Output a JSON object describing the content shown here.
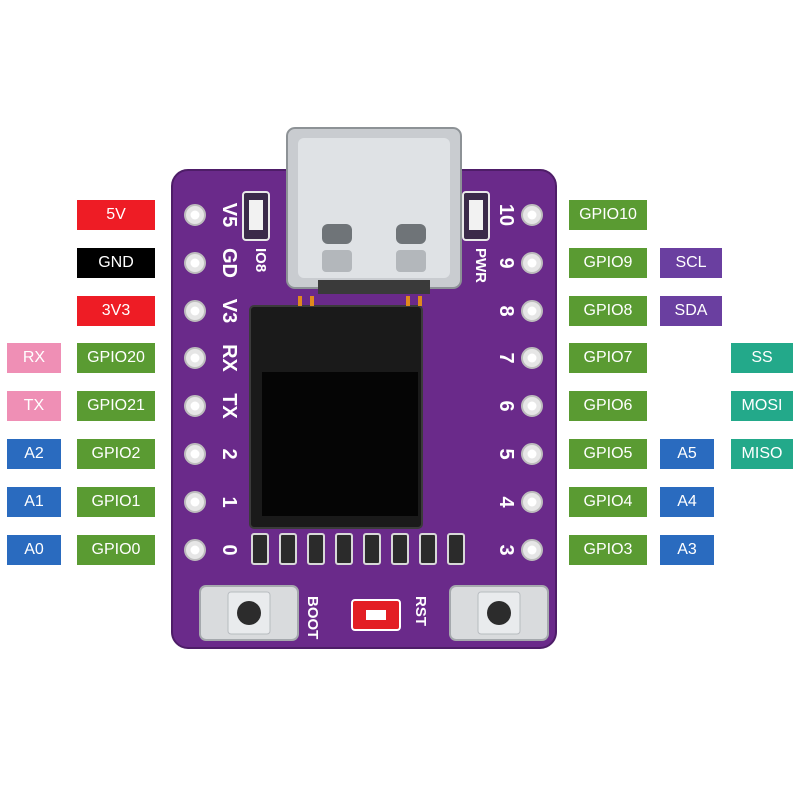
{
  "colors": {
    "power_red": "#ee1c25",
    "ground_black": "#000000",
    "gpio_green": "#5a9b32",
    "uart_pink": "#ef8fb5",
    "analog_blue": "#2a6bbf",
    "i2c_purple": "#6a3fa0",
    "spi_teal": "#23a98a",
    "pcb_purple": "#6a2a8a"
  },
  "left_pins": [
    {
      "power": "5V",
      "board": "V5"
    },
    {
      "power": "GND",
      "board": "GD"
    },
    {
      "power": "3V3",
      "board": "V3"
    },
    {
      "uart": "RX",
      "gpio": "GPIO20",
      "board": "RX"
    },
    {
      "uart": "TX",
      "gpio": "GPIO21",
      "board": "TX"
    },
    {
      "analog": "A2",
      "gpio": "GPIO2",
      "board": "2"
    },
    {
      "analog": "A1",
      "gpio": "GPIO1",
      "board": "1"
    },
    {
      "analog": "A0",
      "gpio": "GPIO0",
      "board": "0"
    }
  ],
  "right_pins": [
    {
      "gpio": "GPIO10",
      "board": "10"
    },
    {
      "gpio": "GPIO9",
      "i2c": "SCL",
      "board": "9"
    },
    {
      "gpio": "GPIO8",
      "i2c": "SDA",
      "board": "8"
    },
    {
      "gpio": "GPIO7",
      "spi": "SS",
      "board": "7"
    },
    {
      "gpio": "GPIO6",
      "spi": "MOSI",
      "board": "6"
    },
    {
      "gpio": "GPIO5",
      "analog": "A5",
      "spi": "MISO",
      "board": "5"
    },
    {
      "gpio": "GPIO4",
      "analog": "A4",
      "board": "4"
    },
    {
      "gpio": "GPIO3",
      "analog": "A3",
      "board": "3"
    }
  ],
  "board_labels": {
    "io8": "IO8",
    "pwr": "PWR",
    "boot": "BOOT",
    "rst": "RST"
  }
}
